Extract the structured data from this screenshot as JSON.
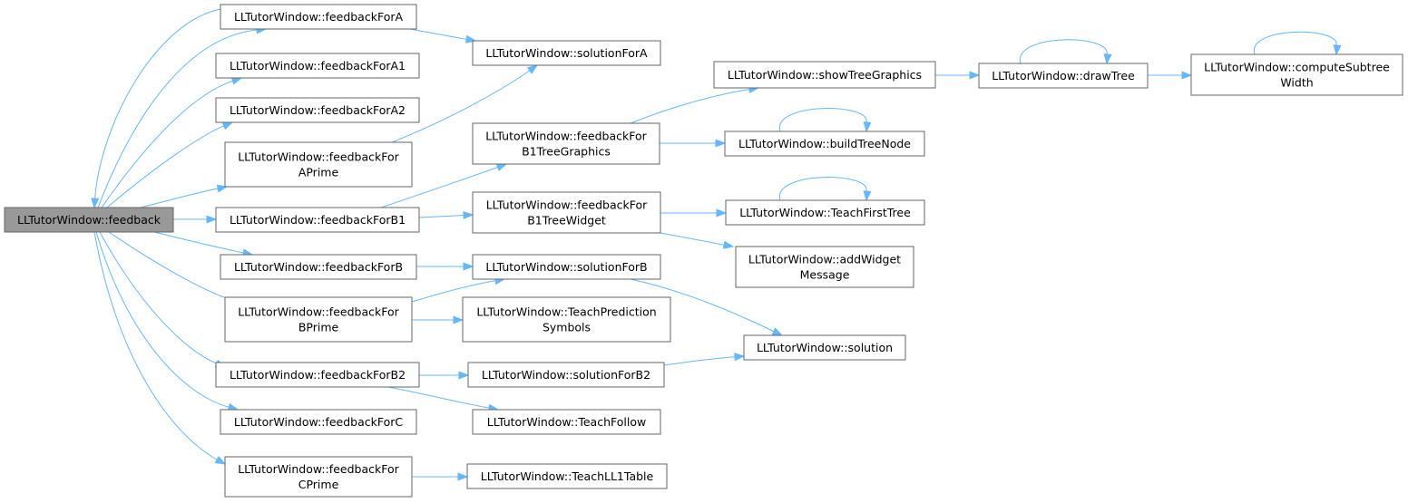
{
  "diagram": {
    "edge_color": "#63b8ff",
    "root_fill": "#999999",
    "nodes": [
      {
        "id": "feedback",
        "lines": [
          "LLTutorWindow::feedback"
        ],
        "root": true
      },
      {
        "id": "feedbackForA",
        "lines": [
          "LLTutorWindow::feedbackForA"
        ]
      },
      {
        "id": "feedbackForA1",
        "lines": [
          "LLTutorWindow::feedbackForA1"
        ]
      },
      {
        "id": "feedbackForA2",
        "lines": [
          "LLTutorWindow::feedbackForA2"
        ]
      },
      {
        "id": "feedbackForAPrime",
        "lines": [
          "LLTutorWindow::feedbackFor",
          "APrime"
        ]
      },
      {
        "id": "feedbackForB1",
        "lines": [
          "LLTutorWindow::feedbackForB1"
        ]
      },
      {
        "id": "feedbackForB",
        "lines": [
          "LLTutorWindow::feedbackForB"
        ]
      },
      {
        "id": "feedbackForBPrime",
        "lines": [
          "LLTutorWindow::feedbackFor",
          "BPrime"
        ]
      },
      {
        "id": "feedbackForB2",
        "lines": [
          "LLTutorWindow::feedbackForB2"
        ]
      },
      {
        "id": "feedbackForC",
        "lines": [
          "LLTutorWindow::feedbackForC"
        ]
      },
      {
        "id": "feedbackForCPrime",
        "lines": [
          "LLTutorWindow::feedbackFor",
          "CPrime"
        ]
      },
      {
        "id": "solutionForA",
        "lines": [
          "LLTutorWindow::solutionForA"
        ]
      },
      {
        "id": "feedbackForB1TreeGraphics",
        "lines": [
          "LLTutorWindow::feedbackFor",
          "B1TreeGraphics"
        ]
      },
      {
        "id": "feedbackForB1TreeWidget",
        "lines": [
          "LLTutorWindow::feedbackFor",
          "B1TreeWidget"
        ]
      },
      {
        "id": "solutionForB",
        "lines": [
          "LLTutorWindow::solutionForB"
        ]
      },
      {
        "id": "TeachPredictionSymbols",
        "lines": [
          "LLTutorWindow::TeachPrediction",
          "Symbols"
        ]
      },
      {
        "id": "solutionForB2",
        "lines": [
          "LLTutorWindow::solutionForB2"
        ]
      },
      {
        "id": "TeachFollow",
        "lines": [
          "LLTutorWindow::TeachFollow"
        ]
      },
      {
        "id": "TeachLL1Table",
        "lines": [
          "LLTutorWindow::TeachLL1Table"
        ]
      },
      {
        "id": "showTreeGraphics",
        "lines": [
          "LLTutorWindow::showTreeGraphics"
        ]
      },
      {
        "id": "buildTreeNode",
        "lines": [
          "LLTutorWindow::buildTreeNode"
        ]
      },
      {
        "id": "TeachFirstTree",
        "lines": [
          "LLTutorWindow::TeachFirstTree"
        ]
      },
      {
        "id": "addWidgetMessage",
        "lines": [
          "LLTutorWindow::addWidget",
          "Message"
        ]
      },
      {
        "id": "solution",
        "lines": [
          "LLTutorWindow::solution"
        ]
      },
      {
        "id": "drawTree",
        "lines": [
          "LLTutorWindow::drawTree"
        ]
      },
      {
        "id": "computeSubtreeWidth",
        "lines": [
          "LLTutorWindow::computeSubtree",
          "Width"
        ]
      }
    ],
    "edges": [
      [
        "feedback",
        "feedbackForA"
      ],
      [
        "feedback",
        "feedbackForA1"
      ],
      [
        "feedback",
        "feedbackForA2"
      ],
      [
        "feedback",
        "feedbackForAPrime"
      ],
      [
        "feedback",
        "feedbackForB1"
      ],
      [
        "feedback",
        "feedbackForB"
      ],
      [
        "feedback",
        "feedbackForBPrime"
      ],
      [
        "feedback",
        "feedbackForB2"
      ],
      [
        "feedback",
        "feedbackForC"
      ],
      [
        "feedback",
        "feedbackForCPrime"
      ],
      [
        "feedbackForA",
        "solutionForA"
      ],
      [
        "feedbackForA",
        "feedback"
      ],
      [
        "feedbackForAPrime",
        "solutionForA"
      ],
      [
        "feedbackForB1",
        "feedbackForB1TreeGraphics"
      ],
      [
        "feedbackForB1",
        "feedbackForB1TreeWidget"
      ],
      [
        "feedbackForB",
        "solutionForB"
      ],
      [
        "feedbackForBPrime",
        "solutionForB"
      ],
      [
        "feedbackForBPrime",
        "TeachPredictionSymbols"
      ],
      [
        "feedbackForB2",
        "solutionForB2"
      ],
      [
        "feedbackForB2",
        "TeachFollow"
      ],
      [
        "feedbackForCPrime",
        "TeachLL1Table"
      ],
      [
        "feedbackForB1TreeGraphics",
        "showTreeGraphics"
      ],
      [
        "feedbackForB1TreeGraphics",
        "buildTreeNode"
      ],
      [
        "feedbackForB1TreeWidget",
        "TeachFirstTree"
      ],
      [
        "feedbackForB1TreeWidget",
        "addWidgetMessage"
      ],
      [
        "solutionForB",
        "solution"
      ],
      [
        "solutionForB2",
        "solution"
      ],
      [
        "showTreeGraphics",
        "drawTree"
      ],
      [
        "drawTree",
        "computeSubtreeWidth"
      ],
      [
        "drawTree",
        "drawTree"
      ],
      [
        "buildTreeNode",
        "buildTreeNode"
      ],
      [
        "TeachFirstTree",
        "TeachFirstTree"
      ],
      [
        "computeSubtreeWidth",
        "computeSubtreeWidth"
      ]
    ]
  }
}
